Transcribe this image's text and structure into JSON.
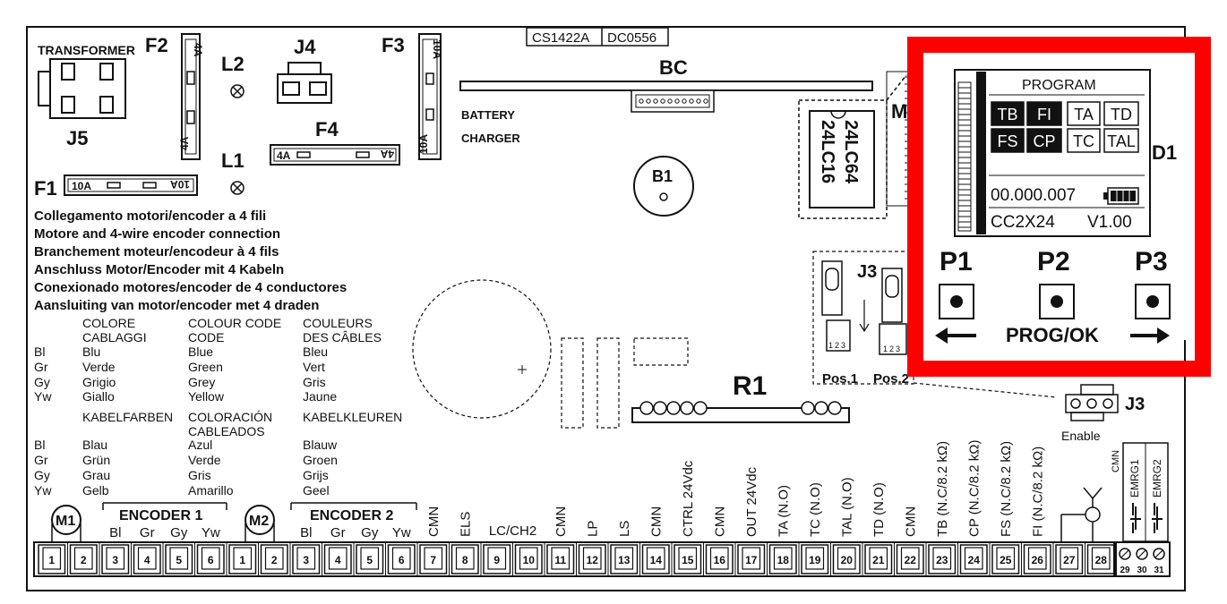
{
  "header": {
    "codes": [
      "CS1422A",
      "DC0556"
    ]
  },
  "parts": {
    "transformer": "TRANSFORMER",
    "j5": "J5",
    "f2": "F2",
    "f2_rating": "4A",
    "f3": "F3",
    "f3_rating": "10A",
    "j4": "J4",
    "f4": "F4",
    "f4_rating": "4A",
    "l1": "L1",
    "l2": "L2",
    "f1": "F1",
    "f1_rating": "10A",
    "bc": "BC",
    "battery": "BATTERY",
    "charger": "CHARGER",
    "b1": "B1",
    "eeprom1": "24LC16",
    "eeprom2": "24LC64",
    "m": "M",
    "r1": "R1",
    "j3": "J3",
    "pos1": "Pos.1",
    "pos2": "Pos.2",
    "j3b": "J3",
    "enable": "Enable",
    "pos_pins": [
      "1",
      "2",
      "3"
    ],
    "d1": "D1"
  },
  "wiring_notes": [
    "Collegamento motori/encoder a 4 fili",
    "Motore and 4-wire encoder connection",
    "Branchement moteur/encodeur à 4 fils",
    "Anschluss Motor/Encoder mit 4 Kabeln",
    "Conexionado motores/encoder de 4 conductores",
    "Aansluiting van motor/encoder met 4 draden"
  ],
  "colour_table": {
    "abbr": [
      "Bl",
      "Gr",
      "Gy",
      "Yw"
    ],
    "block1": {
      "headers": [
        [
          "COLORE",
          "CABLAGGI"
        ],
        [
          "COLOUR CODE",
          "CODE"
        ],
        [
          "COULEURS",
          "DES CÂBLES"
        ]
      ],
      "cols": [
        [
          "Blu",
          "Verde",
          "Grigio",
          "Giallo"
        ],
        [
          "Blue",
          "Green",
          "Grey",
          "Yellow"
        ],
        [
          "Bleu",
          "Vert",
          "Gris",
          "Jaune"
        ]
      ]
    },
    "block2": {
      "headers": [
        [
          "KABELFARBEN"
        ],
        [
          "COLORACIÓN",
          "CABLEADOS"
        ],
        [
          "KABELKLEUREN"
        ]
      ],
      "cols": [
        [
          "Blau",
          "Grün",
          "Grau",
          "Gelb"
        ],
        [
          "Azul",
          "Verde",
          "Gris",
          "Amarillo"
        ],
        [
          "Blauw",
          "Groen",
          "Grijs",
          "Geel"
        ]
      ]
    }
  },
  "display": {
    "program": "PROGRAM",
    "row1": [
      {
        "label": "TB",
        "inverted": true
      },
      {
        "label": "FI",
        "inverted": true
      },
      {
        "label": "TA",
        "inverted": false
      },
      {
        "label": "TD",
        "inverted": false
      }
    ],
    "row2": [
      {
        "label": "FS",
        "inverted": true
      },
      {
        "label": "CP",
        "inverted": true
      },
      {
        "label": "TC",
        "inverted": false
      },
      {
        "label": "TAL",
        "inverted": false
      }
    ],
    "counter": "00.000.007",
    "model": "CC2X24",
    "version": "V1.00"
  },
  "buttons": {
    "p1": "P1",
    "p2": "P2",
    "p3": "P3",
    "prog_ok": "PROG/OK"
  },
  "highlight_color": "#ff0000",
  "terminals": {
    "m1": "M1",
    "m2": "M2",
    "encoder1": "ENCODER 1",
    "encoder2": "ENCODER 2",
    "enc_wires": [
      "Bl",
      "Gr",
      "Gy",
      "Yw"
    ],
    "numbers": [
      "1",
      "2",
      "3",
      "4",
      "5",
      "6",
      "1",
      "2",
      "3",
      "4",
      "5",
      "6",
      "7",
      "8",
      "9",
      "10",
      "11",
      "12",
      "13",
      "14",
      "15",
      "16",
      "17",
      "18",
      "19",
      "20",
      "21",
      "22",
      "23",
      "24",
      "25",
      "26",
      "27",
      "28"
    ],
    "labels": [
      "CMN",
      "ELS",
      "LC/CH2",
      "CMN",
      "LP",
      "LS",
      "CMN",
      "CTRL 24Vdc",
      "CMN",
      "OUT 24Vdc",
      "TA (N.O)",
      "TC (N.O)",
      "TAL (N.O)",
      "TD (N.O)",
      "CMN",
      "TB (N.C/8.2 kΩ)",
      "CP (N.C/8.2 kΩ)",
      "FS (N.C/8.2 kΩ)",
      "FI (N.C/8.2 kΩ)"
    ],
    "small_numbers": [
      "29",
      "30",
      "31"
    ],
    "cmn_small": "CMN",
    "emrg1": "EMRG1",
    "emrg2": "EMRG2"
  }
}
